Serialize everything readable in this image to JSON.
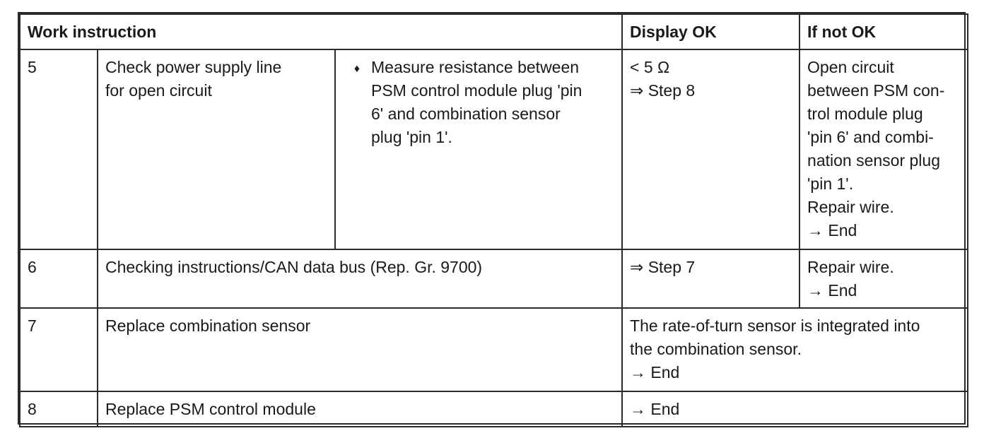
{
  "header": {
    "work_instruction": "Work instruction",
    "display_ok": "Display OK",
    "if_not_ok": "If not OK"
  },
  "rows": [
    {
      "step": "5",
      "description_lines": [
        "Check power supply line",
        "for open circuit"
      ],
      "bullet": "♦",
      "detail_lines": [
        "Measure resistance between",
        "PSM control module plug 'pin",
        "6' and combination sensor",
        "plug 'pin 1'."
      ],
      "display_ok_lines": [
        "< 5 Ω",
        "⇒ Step 8"
      ],
      "if_not_ok_lines": [
        "Open circuit",
        "between PSM con-",
        "trol module plug",
        "'pin 6' and combi-",
        "nation sensor plug",
        "'pin 1'.",
        "Repair wire.",
        "→ End"
      ]
    },
    {
      "step": "6",
      "description": "Checking instructions/CAN data bus (Rep. Gr. 9700)",
      "display_ok": "⇒ Step 7",
      "if_not_ok_lines": [
        "Repair wire.",
        "→ End"
      ]
    },
    {
      "step": "7",
      "description": "Replace combination sensor",
      "result_lines": [
        "The rate-of-turn sensor is integrated into",
        "the combination sensor.",
        "→ End"
      ]
    },
    {
      "step": "8",
      "description": "Replace PSM control module",
      "result": "→ End"
    }
  ]
}
